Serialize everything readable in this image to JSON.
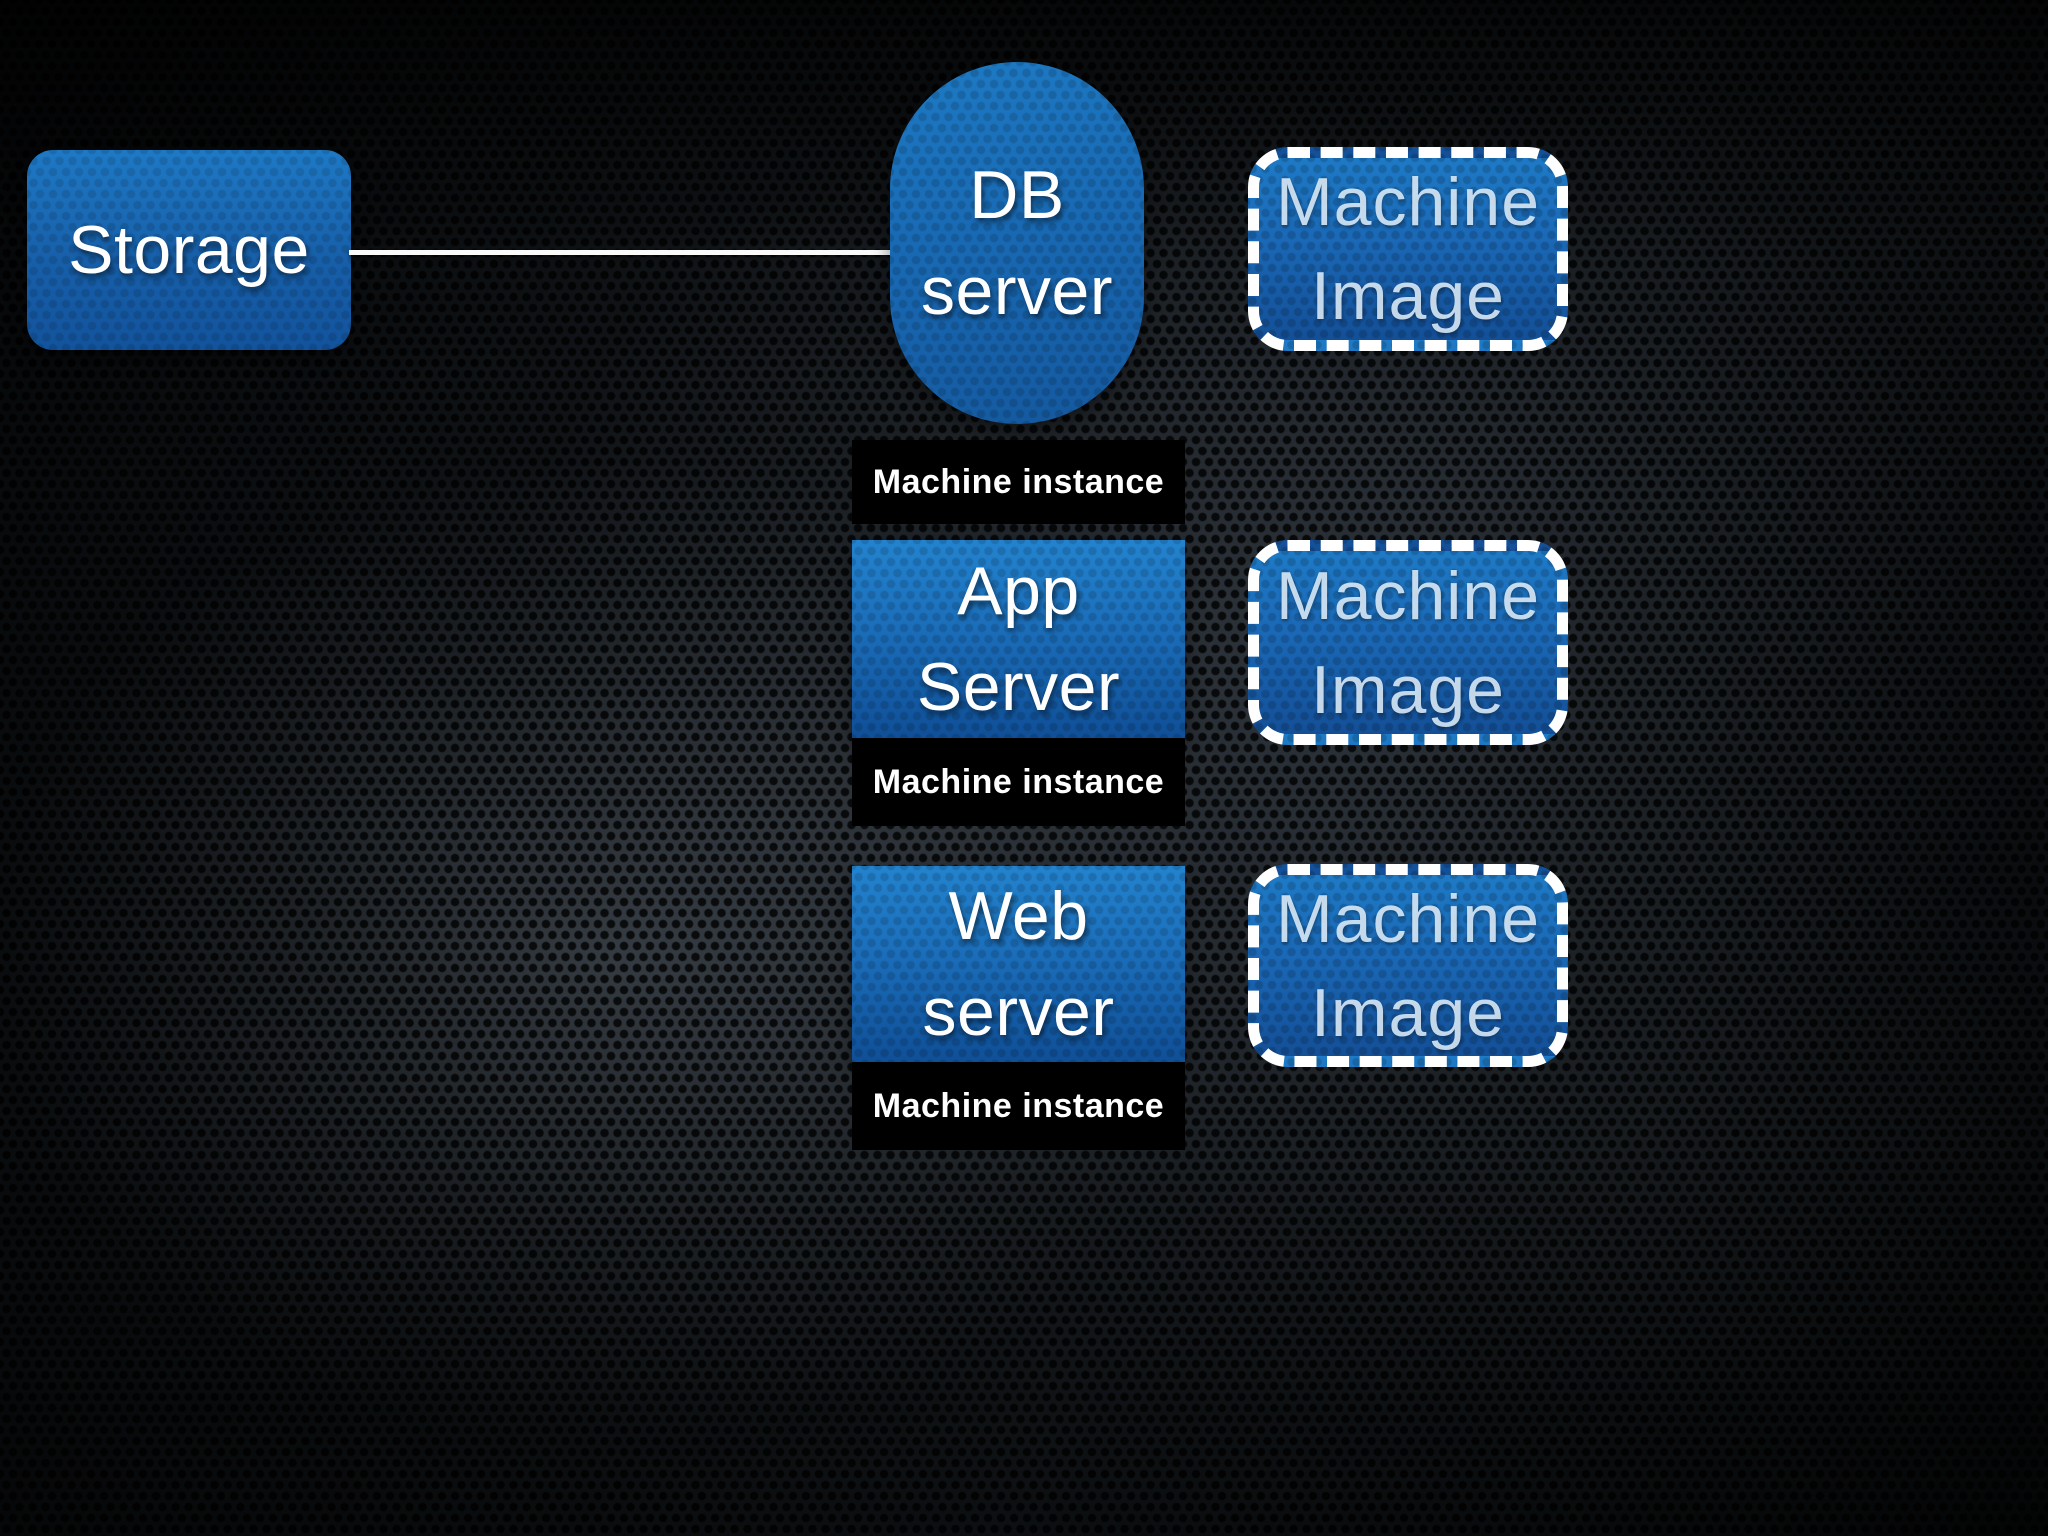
{
  "diagram": {
    "storage": {
      "label": "Storage"
    },
    "connector": {
      "color": "#ffffff"
    },
    "nodes": {
      "db_server": {
        "lines": [
          "DB",
          "server"
        ],
        "instance_label": "Machine instance"
      },
      "app_server": {
        "lines": [
          "App",
          "Server"
        ],
        "instance_label": "Machine instance"
      },
      "web_server": {
        "lines": [
          "Web",
          "server"
        ],
        "instance_label": "Machine instance"
      }
    },
    "machine_images": [
      {
        "lines": [
          "Machine",
          "Image"
        ]
      },
      {
        "lines": [
          "Machine",
          "Image"
        ]
      },
      {
        "lines": [
          "Machine",
          "Image"
        ]
      }
    ],
    "colors": {
      "node_blue_top": "#2383ce",
      "node_blue_bottom": "#0f4f97",
      "instance_bar_bg": "#000000",
      "instance_bar_text": "#ffffff",
      "connector": "#ffffff",
      "dashed_border": "#ffffff",
      "machine_image_text": "#deeefc"
    }
  }
}
